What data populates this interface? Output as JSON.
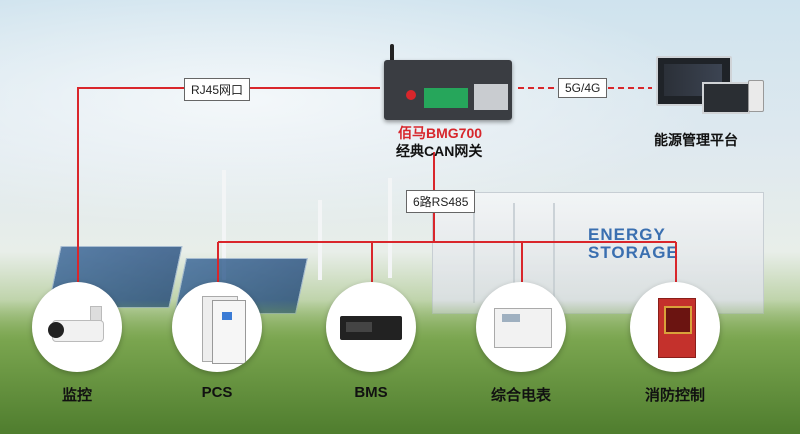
{
  "gateway": {
    "title": "佰马BMG700",
    "subtitle": "经典CAN网关"
  },
  "links": {
    "rj45": "RJ45网口",
    "cellular": "5G/4G",
    "rs485": "6路RS485"
  },
  "platform": {
    "label": "能源管理平台"
  },
  "storage_text": {
    "line1": "ENERGY",
    "line2": "STORAGE"
  },
  "devices": [
    {
      "label": "监控",
      "icon": "camera-icon"
    },
    {
      "label": "PCS",
      "icon": "pcs-cabinet-icon"
    },
    {
      "label": "BMS",
      "icon": "bms-unit-icon"
    },
    {
      "label": "综合电表",
      "icon": "power-meter-icon"
    },
    {
      "label": "消防控制",
      "icon": "fire-control-icon"
    }
  ],
  "colors": {
    "link_red": "#d9262b",
    "title_red": "#d7262c",
    "box_border": "#666666"
  }
}
